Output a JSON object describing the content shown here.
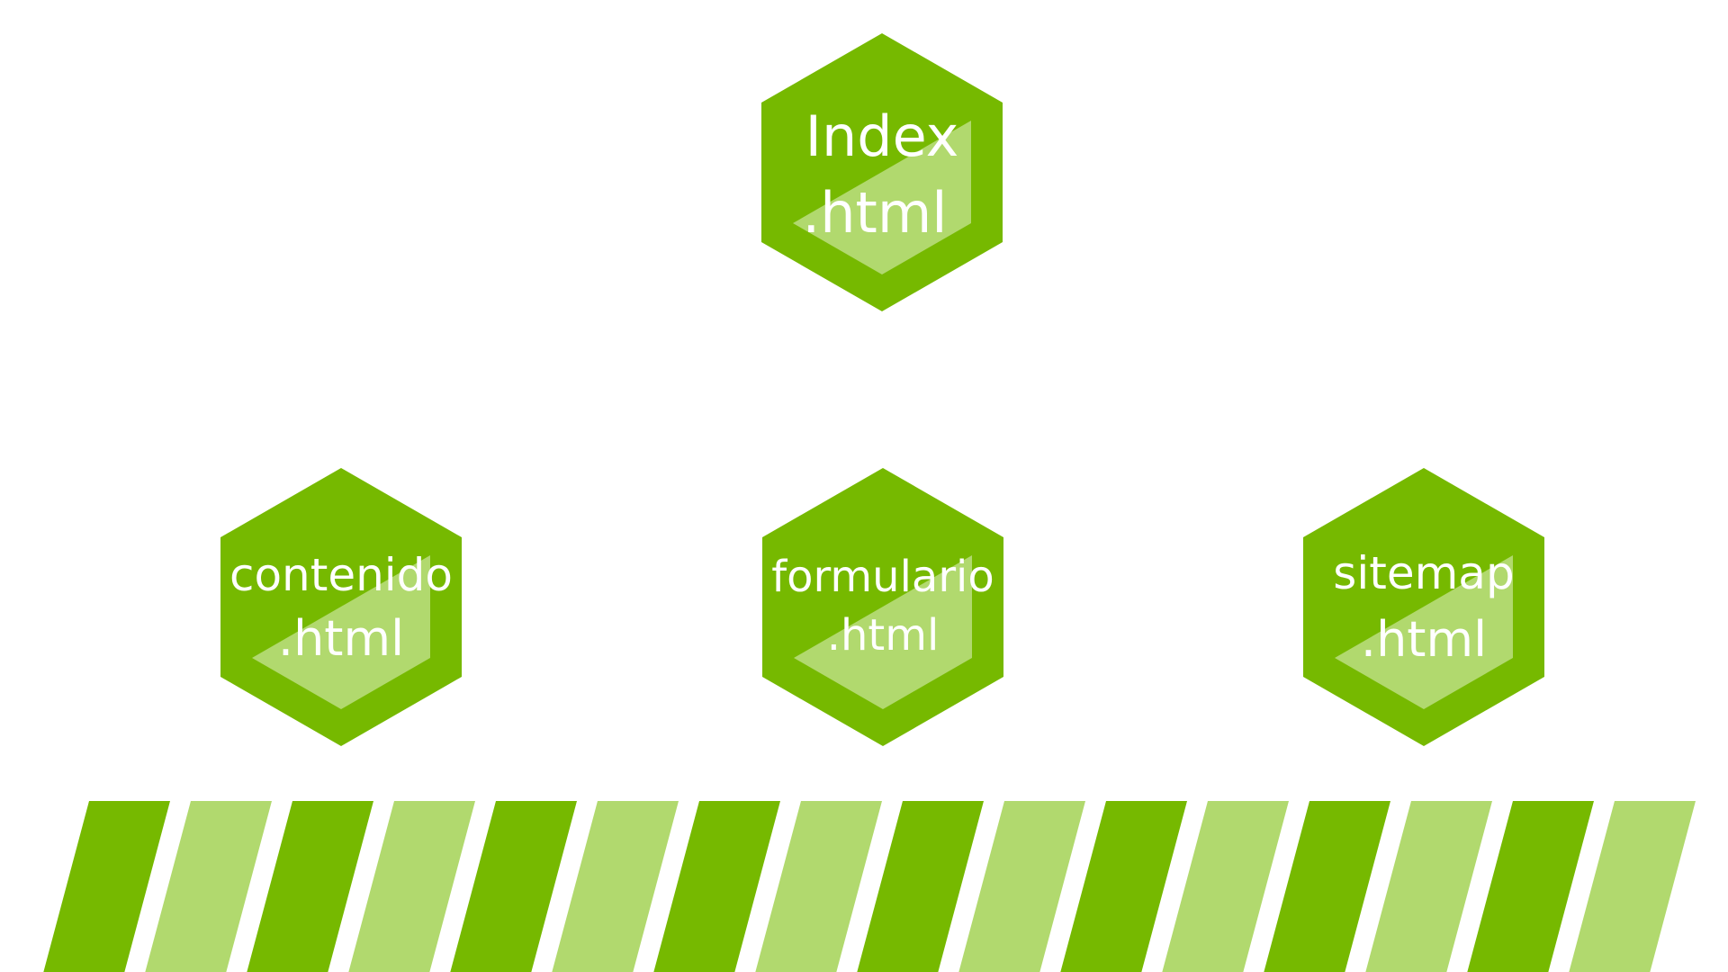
{
  "colors": {
    "dark_green": "#76B900",
    "light_green": "#B1D96E",
    "background": "#FFFFFF",
    "text": "#FFFFFF"
  },
  "nodes": {
    "index": {
      "line1": "Index",
      "line2": ".html"
    },
    "contenido": {
      "line1": "contenido",
      "line2": ".html"
    },
    "formulario": {
      "line1": "formulario",
      "line2": ".html"
    },
    "sitemap": {
      "line1": "sitemap",
      "line2": ".html"
    }
  },
  "stripes": {
    "count": 16,
    "pattern": [
      "dark",
      "light"
    ]
  }
}
